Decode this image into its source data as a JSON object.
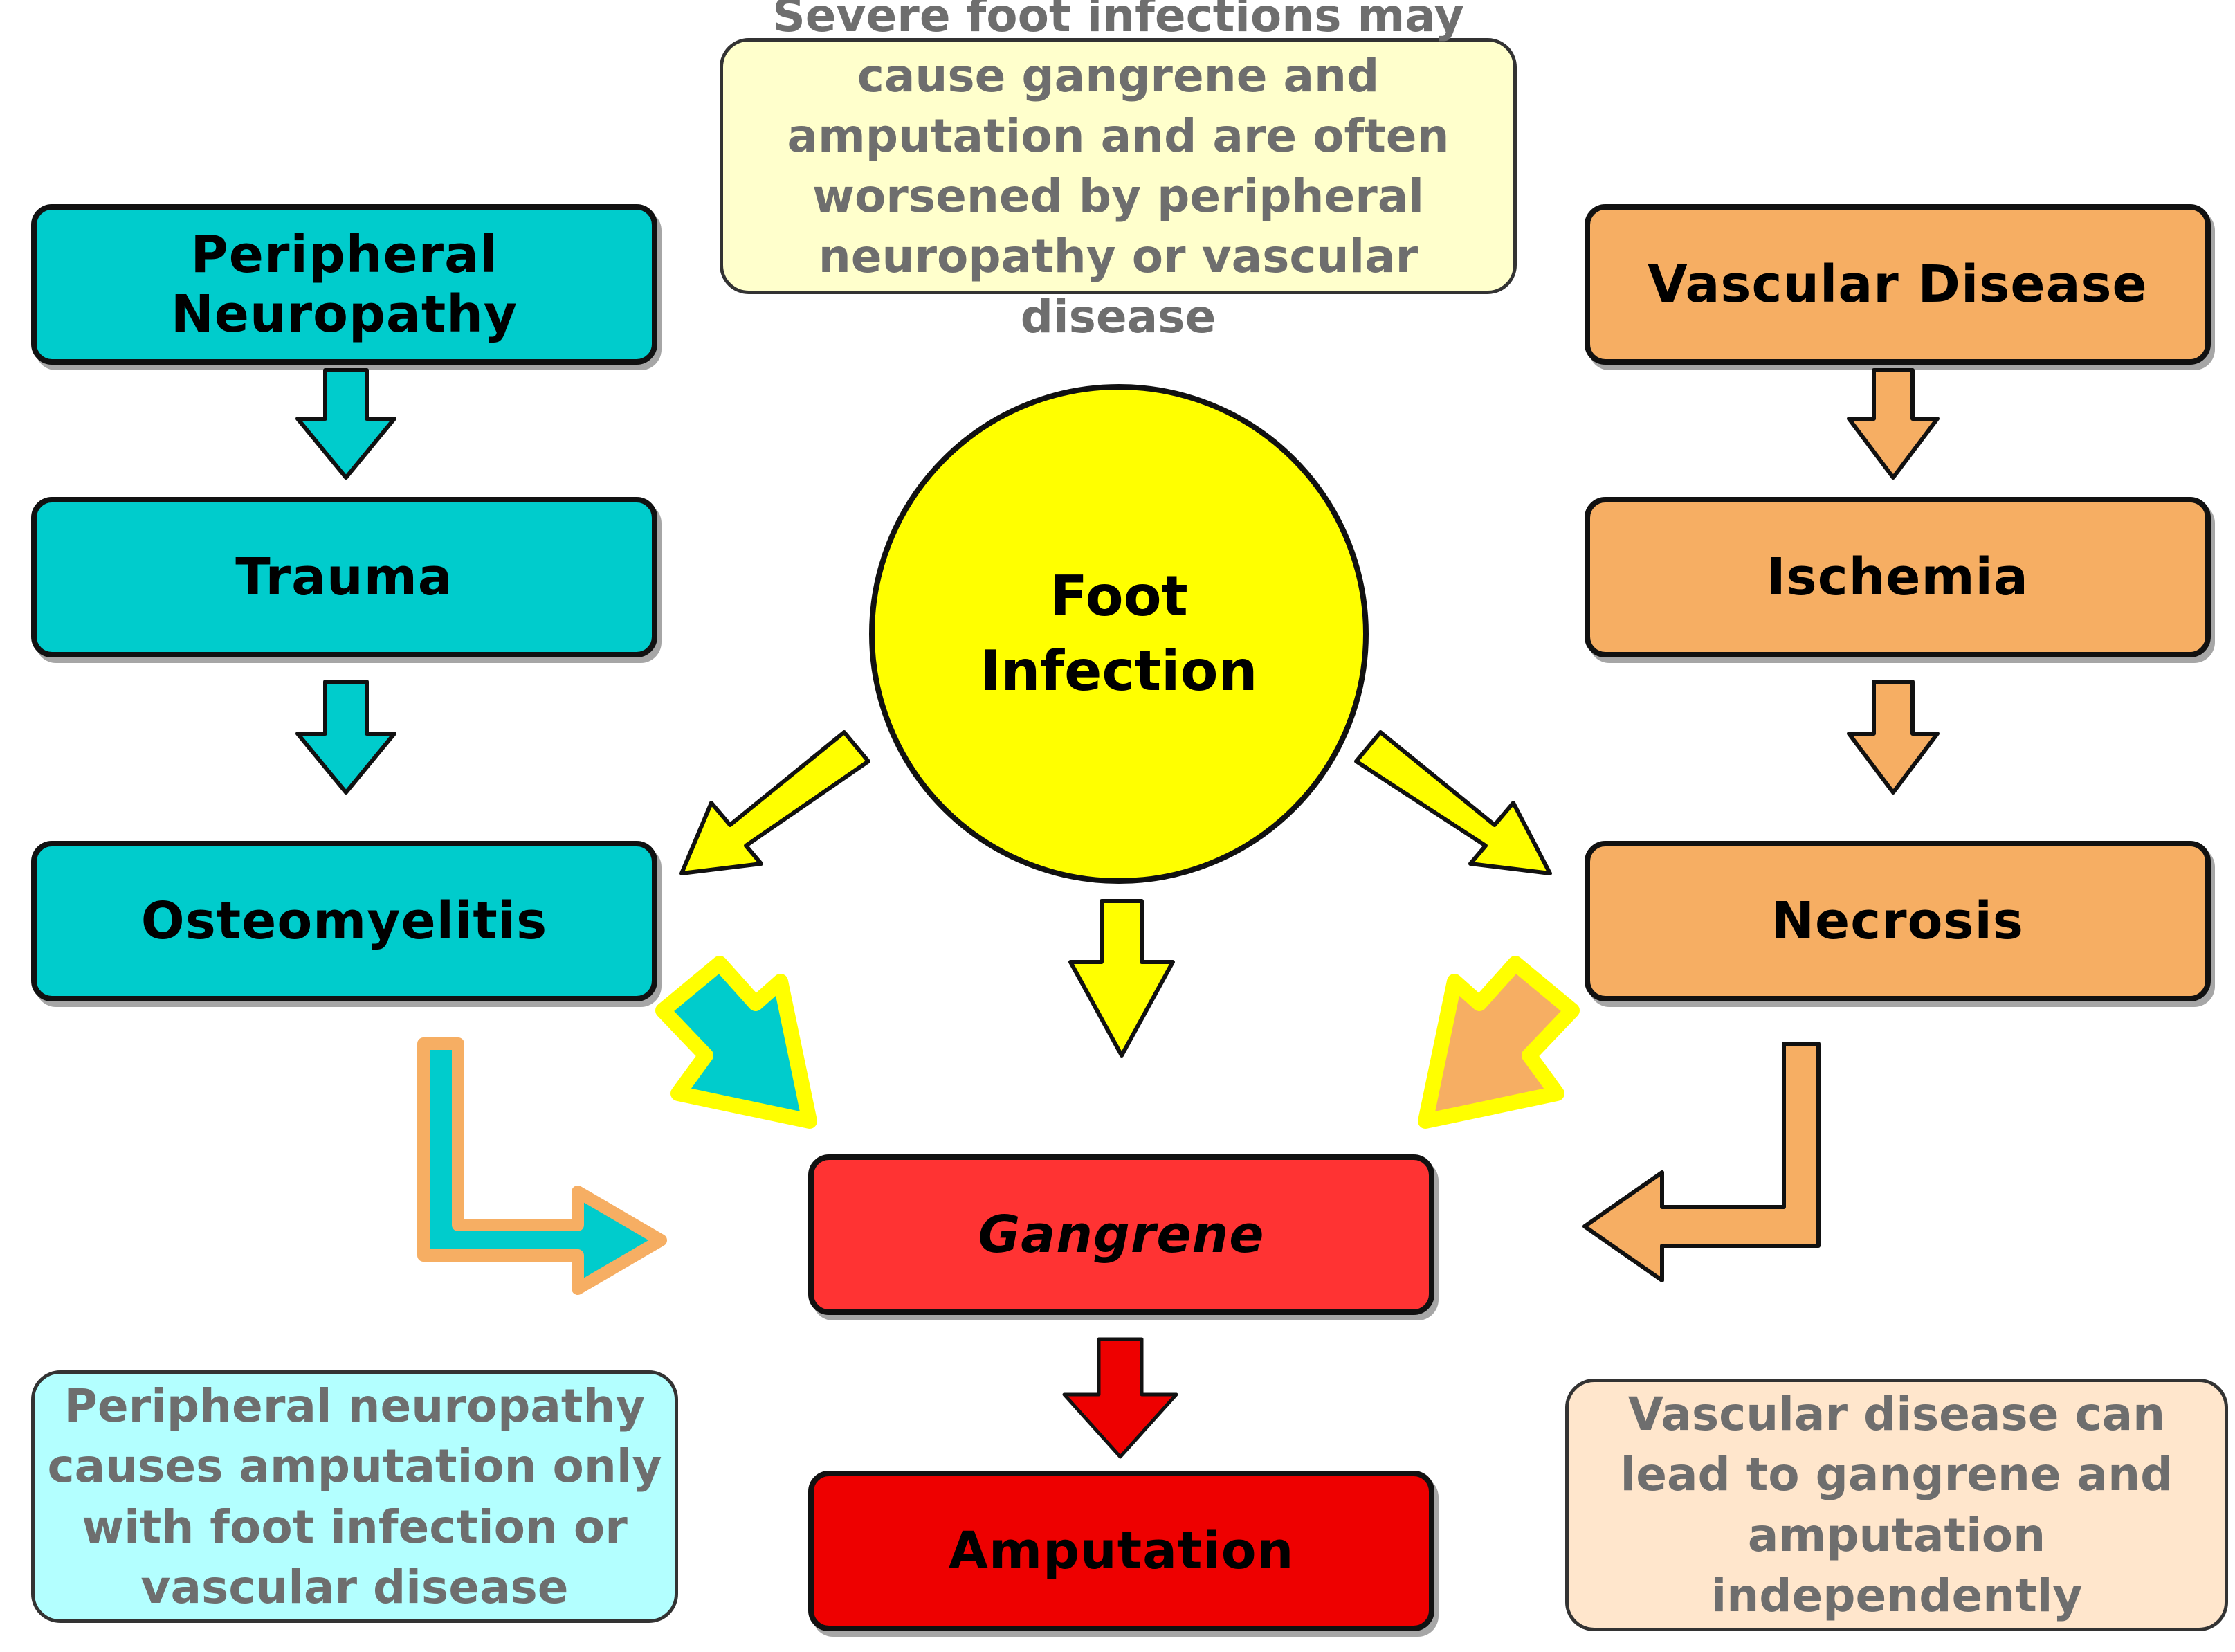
{
  "diagram": {
    "top_note": "Severe foot infections may cause gangrene and amputation and are often worsened by peripheral neuropathy or vascular disease",
    "center_node": "Foot\nInfection",
    "left_column": {
      "nodes": [
        "Peripheral Neuropathy",
        "Trauma",
        "Osteomyelitis"
      ]
    },
    "right_column": {
      "nodes": [
        "Vascular Disease",
        "Ischemia",
        "Necrosis"
      ]
    },
    "outcomes": {
      "gangrene": "Gangrene",
      "amputation": "Amputation"
    },
    "left_note": "Peripheral neuropathy causes amputation only with foot infection or vascular disease",
    "right_note": "Vascular disease can lead to gangrene and amputation independently",
    "colors": {
      "teal": "#00cccc",
      "orange": "#f6ae63",
      "yellow": "#ffff00",
      "red": "#ff3333",
      "dark_red": "#ee0000",
      "note_yellow": "#ffffcc",
      "note_cyan": "#b3ffff",
      "note_peach": "#ffe6cc"
    }
  }
}
